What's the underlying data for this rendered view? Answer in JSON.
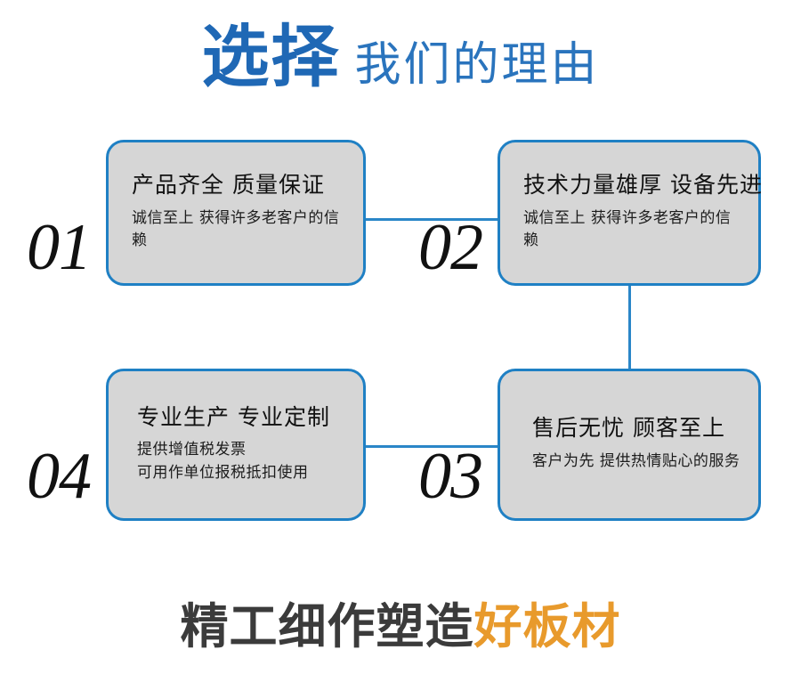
{
  "header": {
    "strong_text": "选择",
    "light_text": "我们的理由",
    "strong_color": "#1f68b5",
    "light_color": "#2a74bd"
  },
  "theme": {
    "card_border_color": "#1f80c4",
    "card_fill_color": "#d6d6d6",
    "connector_color": "#2a86c8",
    "number_color": "#111111",
    "background": "#ffffff"
  },
  "cards": [
    {
      "number": "01",
      "title": "产品齐全 质量保证",
      "body": "诚信至上 获得许多老客户的信赖"
    },
    {
      "number": "02",
      "title": "技术力量雄厚 设备先进",
      "body": "诚信至上 获得许多老客户的信赖"
    },
    {
      "number": "03",
      "title": "售后无忧 顾客至上",
      "body": "客户为先 提供热情贴心的服务"
    },
    {
      "number": "04",
      "title": "专业生产 专业定制",
      "body_line1": "提供增值税发票",
      "body_line2": "可用作单位报税抵扣使用"
    }
  ],
  "footer": {
    "dark_text": "精工细作塑造",
    "accent_text": "好板材",
    "dark_color": "#3b3b3b",
    "accent_color": "#e89a2c"
  }
}
